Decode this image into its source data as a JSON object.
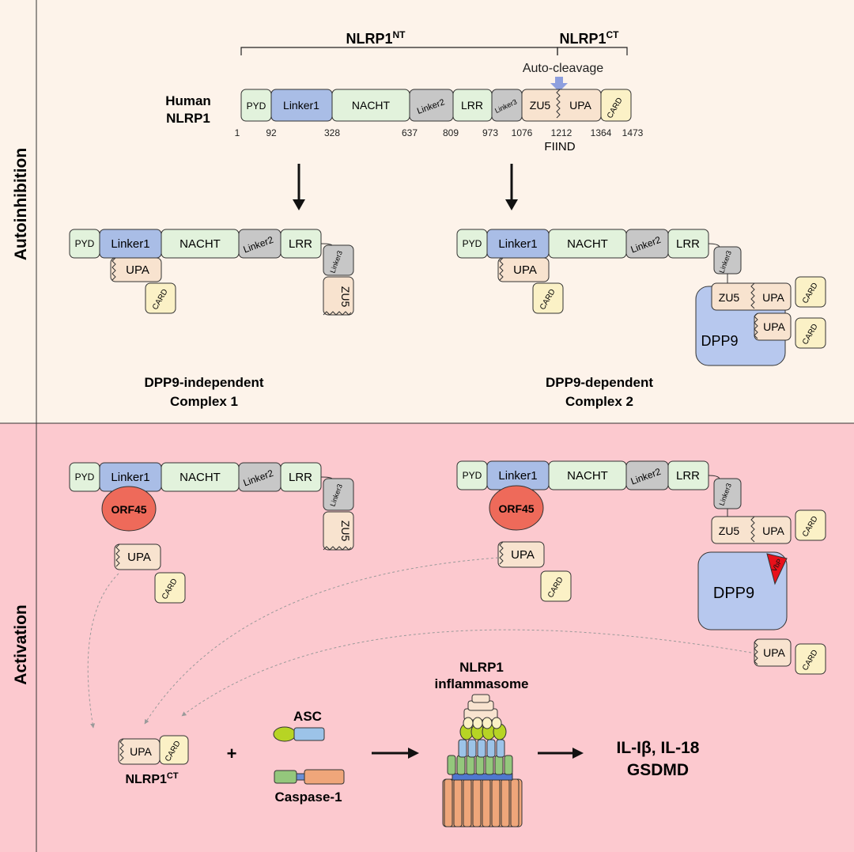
{
  "sections": {
    "autoinhibition": "Autoinhibition",
    "activation": "Activation"
  },
  "brackets": {
    "nt_label": "NLRP1",
    "nt_sup": "NT",
    "ct_label": "NLRP1",
    "ct_sup": "CT"
  },
  "header": {
    "protein_line1": "Human",
    "protein_line2": "NLRP1",
    "autocleavage": "Auto-cleavage",
    "fiind": "FIIND",
    "positions": [
      "1",
      "92",
      "328",
      "637",
      "809",
      "973",
      "1076",
      "1212",
      "1364",
      "1473"
    ]
  },
  "domains": {
    "pyd": "PYD",
    "linker1": "Linker1",
    "nacht": "NACHT",
    "linker2": "Linker2",
    "lrr": "LRR",
    "linker3": "Linker3",
    "zu5": "ZU5",
    "upa": "UPA",
    "card": "CARD"
  },
  "complexes": {
    "c1_line1": "DPP9-independent",
    "c1_line2": "Complex 1",
    "c2_line1": "DPP9-dependent",
    "c2_line2": "Complex 2"
  },
  "factors": {
    "dpp9": "DPP9",
    "orf45": "ORF45",
    "vbp": "VbP"
  },
  "assembly": {
    "nlrp1ct": "NLRP1",
    "nlrp1ct_sup": "CT",
    "plus": "+",
    "asc": "ASC",
    "caspase1": "Caspase-1",
    "inflammasome_line1": "NLRP1",
    "inflammasome_line2": "inflammasome",
    "output_line1": "IL-Iβ, IL-18",
    "output_line2": "GSDMD"
  },
  "colors": {
    "top_bg": "#fdf3ea",
    "bottom_bg": "#fcc9cf",
    "pyd": "#e2f2dc",
    "linker1": "#a9bde6",
    "nacht": "#e2f2dc",
    "linker": "#c7c7c7",
    "lrr": "#e2f2dc",
    "fiind": "#f8e3cf",
    "card": "#fbf1c6",
    "dpp9": "#b7c8ee",
    "orf45": "#ee6a5a",
    "vbp": "#e8101a",
    "asc_pyd": "#b7d424",
    "asc_card": "#9cc3e8",
    "casp_card": "#94c77c",
    "casp_body": "#efa67a",
    "arrow": "#8e9fde"
  }
}
